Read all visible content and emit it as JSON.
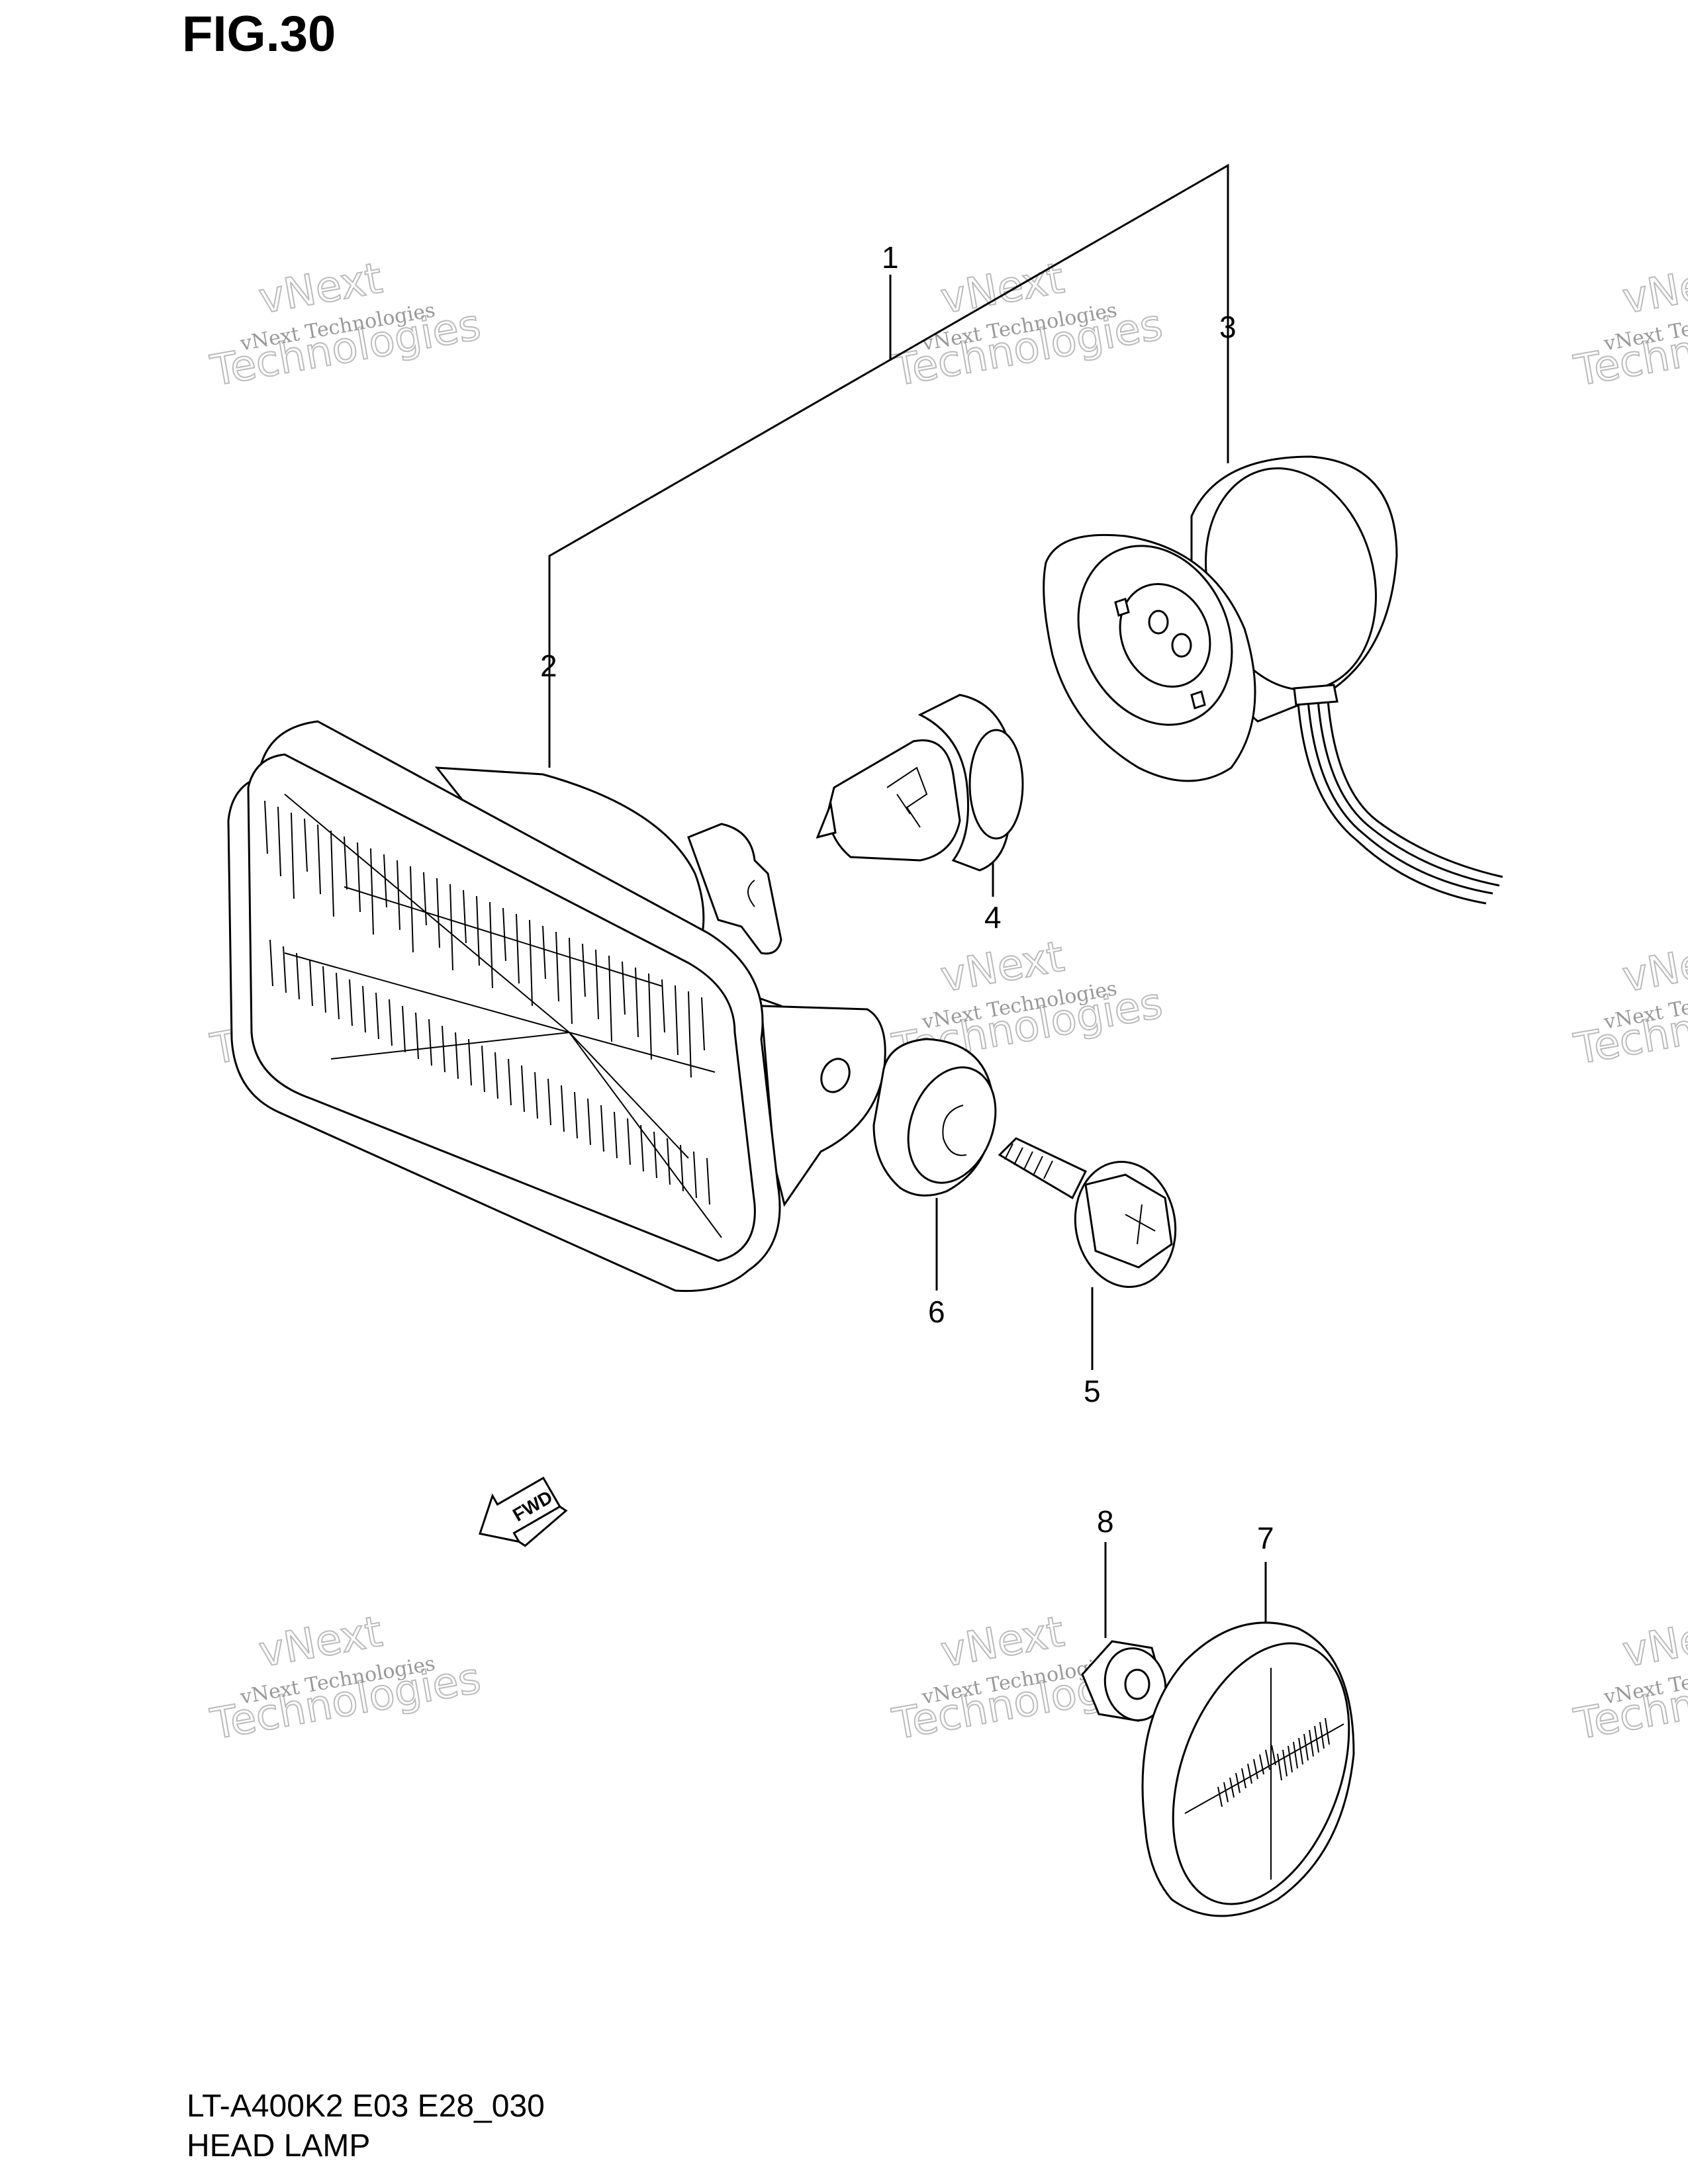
{
  "figure": {
    "title": "FIG.30",
    "code": "LT-A400K2 E03 E28_030",
    "name": "HEAD LAMP"
  },
  "callouts": [
    {
      "num": "1",
      "part": "headlamp-assembly"
    },
    {
      "num": "2",
      "part": "headlamp-housing"
    },
    {
      "num": "3",
      "part": "bulb-socket"
    },
    {
      "num": "4",
      "part": "bulb"
    },
    {
      "num": "5",
      "part": "mounting-bolt"
    },
    {
      "num": "6",
      "part": "grommet"
    },
    {
      "num": "7",
      "part": "reflector-cap"
    },
    {
      "num": "8",
      "part": "nut"
    }
  ],
  "direction_arrow": {
    "label": "FWD"
  },
  "watermark": {
    "line1": "vNext Technologies",
    "line2": "vNext",
    "line3": "Technologies"
  }
}
